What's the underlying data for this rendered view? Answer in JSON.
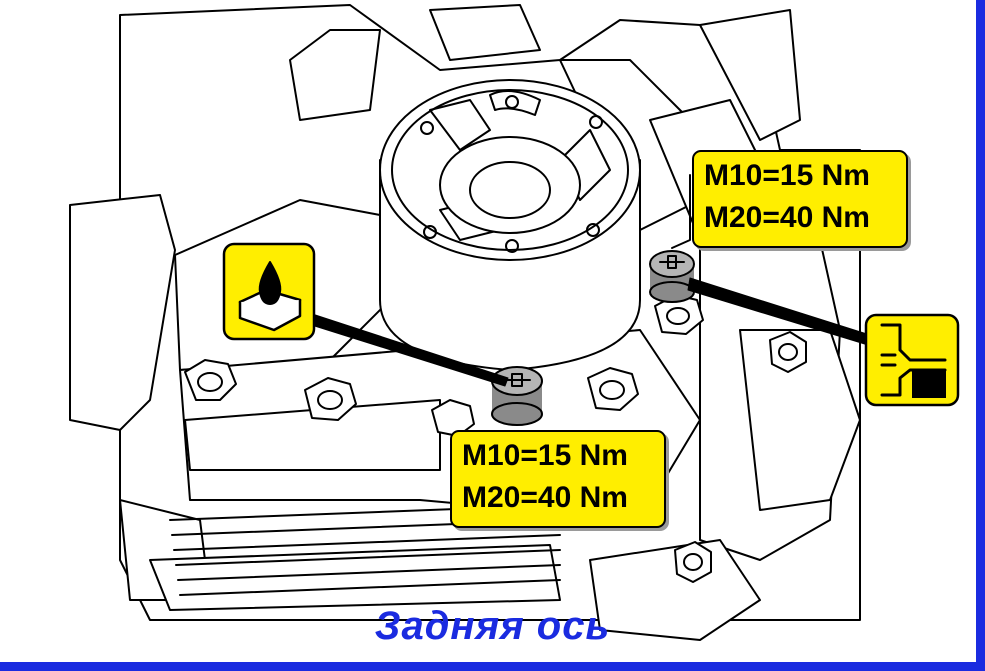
{
  "torque_labels": {
    "upper": {
      "line1": "M10=15 Nm",
      "line2": "M20=40 Nm"
    },
    "lower": {
      "line1": "M10=15 Nm",
      "line2": "M20=40 Nm"
    }
  },
  "caption": "Задняя  ось",
  "icons": {
    "oil": "oil-fill-icon",
    "drain": "drain-plug-icon"
  },
  "colors": {
    "label_fill": "#ffee00",
    "caption_text": "#1a2be0",
    "frame": "#1a2be0"
  }
}
